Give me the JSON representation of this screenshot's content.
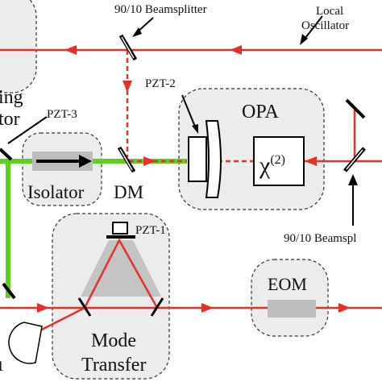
{
  "labels": {
    "bs_top": "90/10 Beamsplitter",
    "lo_line1": "Local",
    "lo_line2": "Oscillator",
    "squeezing_partial_1": "ing",
    "squeezing_partial_2": "tor",
    "pzt3": "PZT-3",
    "pzt2": "PZT-2",
    "pzt1": "PZT-1",
    "opa": "OPA",
    "chi_base": "χ",
    "chi_sup": "(2)",
    "isolator": "Isolator",
    "dm": "DM",
    "bs_right": "90/10 Beamspl",
    "eom": "EOM",
    "mode_line1": "Mode",
    "mode_line2": "Transfer",
    "edge_one": "1"
  },
  "colors": {
    "red_beam": "#e8302a",
    "green_beam": "#5fd01e",
    "module_fill": "#ececec",
    "module_stroke": "#333333",
    "crystal_fill": "#bdbdbd"
  }
}
